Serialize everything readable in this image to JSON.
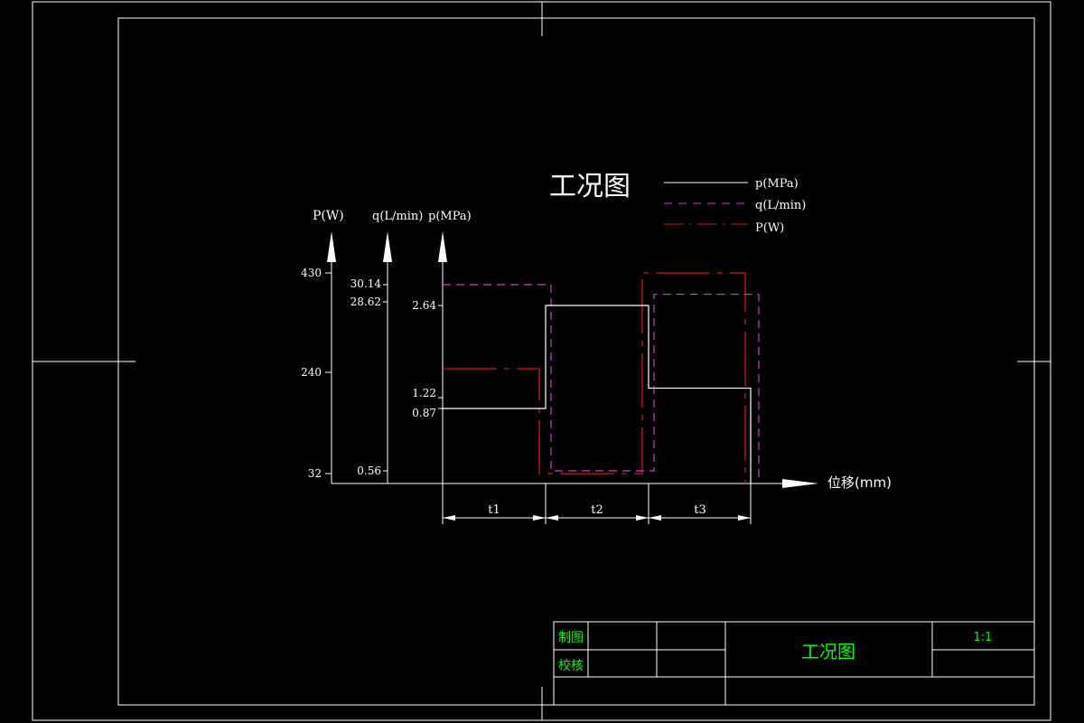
{
  "title": "工况图",
  "legend": {
    "pressure": "p(MPa)",
    "flow": "q(L/min)",
    "power": "P(W)"
  },
  "axes": {
    "power_label": "P(W)",
    "flow_label": "q(L/min)",
    "pressure_label": "p(MPa)",
    "x_label": "位移(mm)",
    "power_ticks": [
      "430",
      "240",
      "32"
    ],
    "flow_ticks": [
      "30.14",
      "28.62",
      "0.56"
    ],
    "pressure_ticks": [
      "2.64",
      "1.22",
      "0.87"
    ]
  },
  "phases": [
    "t1",
    "t2",
    "t3"
  ],
  "title_block": {
    "drawn_by": "制图",
    "checked_by": "校核",
    "drawing_name": "工况图",
    "scale": "1:1"
  },
  "colors": {
    "background": "#000000",
    "line": "#ffffff",
    "flow": "#d040d0",
    "power": "#d01818",
    "title_block_text": "#00ff00"
  },
  "chart_data": {
    "type": "line",
    "x": [
      "t1",
      "t2",
      "t3"
    ],
    "series": [
      {
        "name": "p(MPa)",
        "values": [
          0.87,
          2.64,
          1.22
        ]
      },
      {
        "name": "q(L/min)",
        "values": [
          30.14,
          0.56,
          28.62
        ]
      },
      {
        "name": "P(W)",
        "values": [
          240,
          32,
          430
        ]
      }
    ]
  }
}
